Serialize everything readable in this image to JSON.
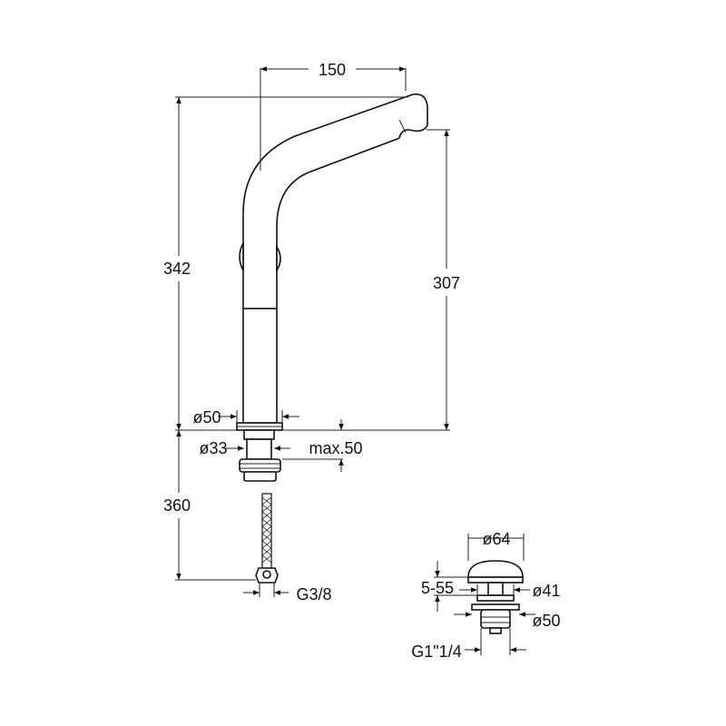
{
  "dimensions": {
    "spout_reach": "150",
    "total_height": "342",
    "spout_height": "307",
    "base_diameter": "ø50",
    "shank_diameter": "ø33",
    "max_thickness": "max.50",
    "under_height": "360",
    "hose_thread": "G3/8"
  },
  "waste": {
    "cap_diameter": "ø64",
    "adjust_range": "5-55",
    "body_diameter": "ø41",
    "flange_diameter": "ø50",
    "thread": "G1\"1/4"
  },
  "colors": {
    "line": "#111111",
    "background": "#ffffff"
  }
}
